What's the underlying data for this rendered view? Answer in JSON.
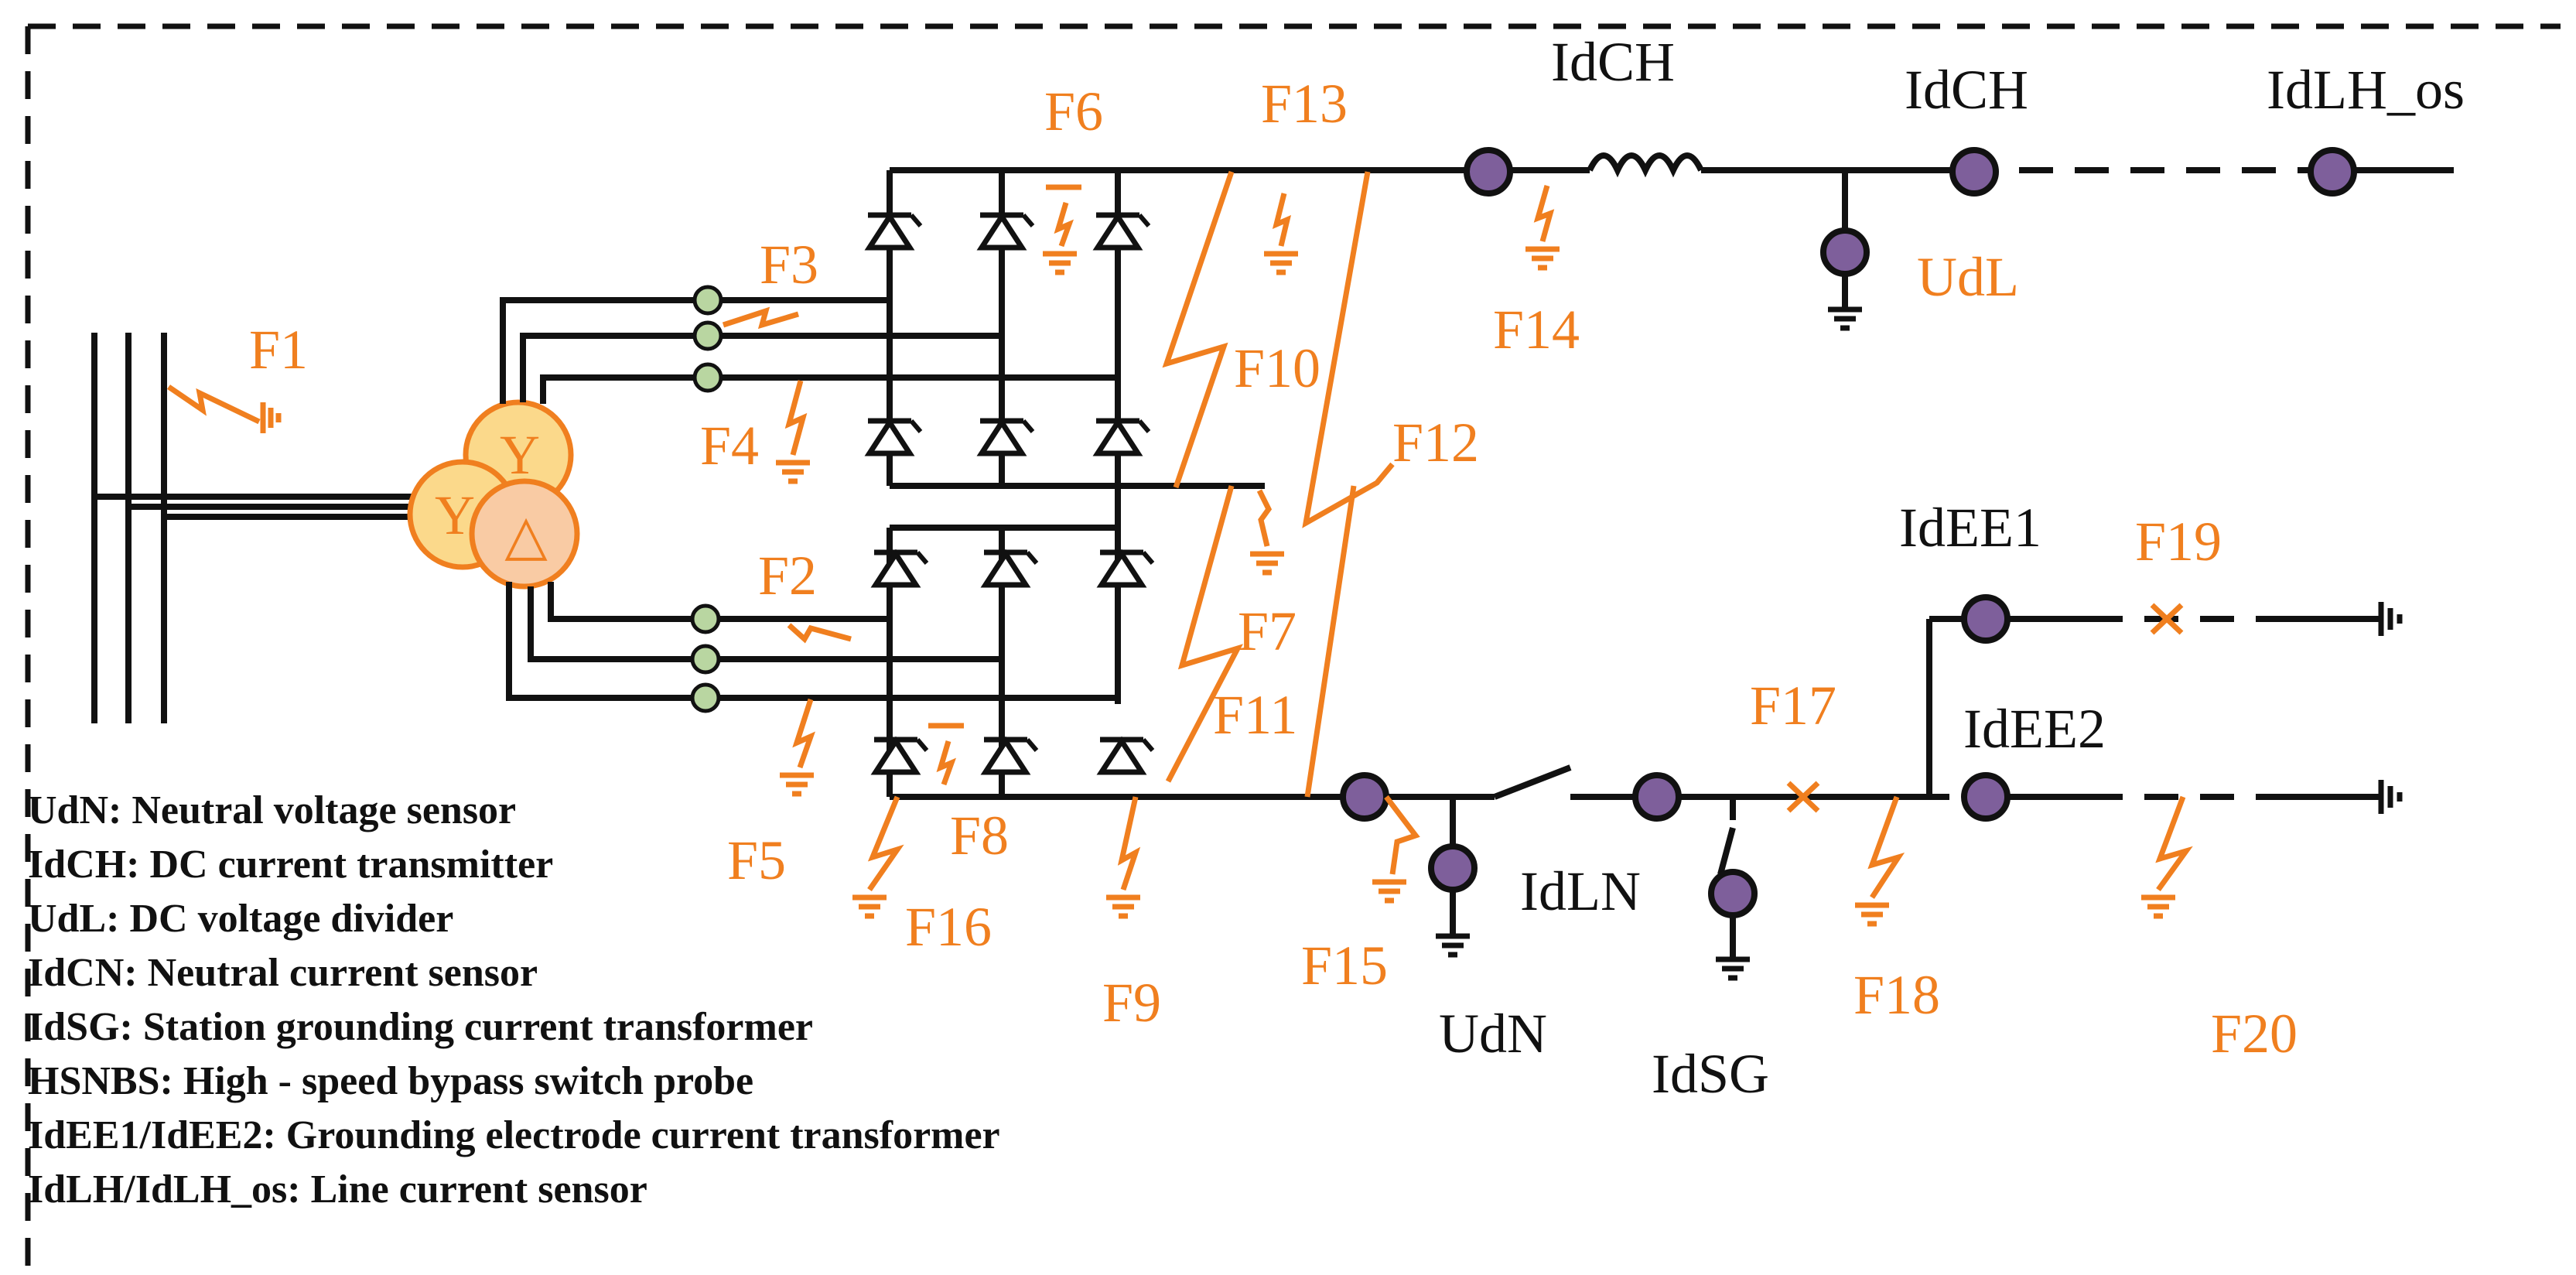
{
  "faults": {
    "f1": "F1",
    "f2": "F2",
    "f3": "F3",
    "f4": "F4",
    "f5": "F5",
    "f6": "F6",
    "f7": "F7",
    "f8": "F8",
    "f9": "F9",
    "f10": "F10",
    "f11": "F11",
    "f12": "F12",
    "f13": "F13",
    "f14": "F14",
    "f15": "F15",
    "f16": "F16",
    "f17": "F17",
    "f18": "F18",
    "f19": "F19",
    "f20": "F20"
  },
  "sensors": {
    "idch_1": "IdCH",
    "idch_2": "IdCH",
    "idlh_os": "IdLH_os",
    "udl": "UdL",
    "idee1": "IdEE1",
    "idee2": "IdEE2",
    "idln": "IdLN",
    "udn": "UdN",
    "idsg": "IdSG"
  },
  "transformer": {
    "y_primary": "Y",
    "y_secondary": "Y",
    "delta_secondary": "△"
  },
  "legend": [
    "UdN: Neutral voltage sensor",
    "IdCH: DC current transmitter",
    "UdL: DC voltage divider",
    "IdCN: Neutral current sensor",
    "IdSG: Station grounding current transformer",
    "HSNBS: High - speed bypass switch probe",
    "IdEE1/IdEE2: Grounding electrode current transformer",
    "IdLH/IdLH_os: Line current sensor"
  ],
  "colors": {
    "fault": "#F07F1F",
    "sensor": "#7E5F9B",
    "node": "#B9D6A1",
    "transformer_y": "#FBD98B",
    "transformer_delta": "#F9CBA4",
    "wire": "#111111"
  }
}
